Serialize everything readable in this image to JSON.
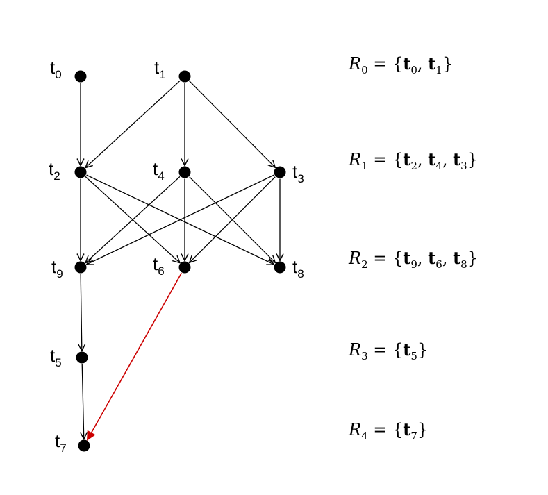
{
  "nodes": [
    {
      "id": "t0",
      "base": "t",
      "sub": "0",
      "label_side": "left-top"
    },
    {
      "id": "t1",
      "base": "t",
      "sub": "1",
      "label_side": "left-top"
    },
    {
      "id": "t2",
      "base": "t",
      "sub": "2",
      "label_side": "left"
    },
    {
      "id": "t4",
      "base": "t",
      "sub": "4",
      "label_side": "left"
    },
    {
      "id": "t3",
      "base": "t",
      "sub": "3",
      "label_side": "right"
    },
    {
      "id": "t9",
      "base": "t",
      "sub": "9",
      "label_side": "left"
    },
    {
      "id": "t6",
      "base": "t",
      "sub": "6",
      "label_side": "left"
    },
    {
      "id": "t8",
      "base": "t",
      "sub": "8",
      "label_side": "right"
    },
    {
      "id": "t5",
      "base": "t",
      "sub": "5",
      "label_side": "left"
    },
    {
      "id": "t7",
      "base": "t",
      "sub": "7",
      "label_side": "left"
    }
  ],
  "edges": [
    {
      "from": "t0",
      "to": "t2",
      "color": "#000000"
    },
    {
      "from": "t1",
      "to": "t2",
      "color": "#000000"
    },
    {
      "from": "t1",
      "to": "t4",
      "color": "#000000"
    },
    {
      "from": "t1",
      "to": "t3",
      "color": "#000000"
    },
    {
      "from": "t2",
      "to": "t9",
      "color": "#000000"
    },
    {
      "from": "t2",
      "to": "t6",
      "color": "#000000"
    },
    {
      "from": "t2",
      "to": "t8",
      "color": "#000000"
    },
    {
      "from": "t4",
      "to": "t9",
      "color": "#000000"
    },
    {
      "from": "t4",
      "to": "t6",
      "color": "#000000"
    },
    {
      "from": "t4",
      "to": "t8",
      "color": "#000000"
    },
    {
      "from": "t3",
      "to": "t9",
      "color": "#000000"
    },
    {
      "from": "t3",
      "to": "t6",
      "color": "#000000"
    },
    {
      "from": "t3",
      "to": "t8",
      "color": "#000000"
    },
    {
      "from": "t9",
      "to": "t5",
      "color": "#000000"
    },
    {
      "from": "t5",
      "to": "t7",
      "color": "#000000"
    },
    {
      "from": "t6",
      "to": "t7",
      "color": "#cc0000"
    }
  ],
  "levels": [
    {
      "symbol": "R",
      "index": "0",
      "members": [
        {
          "base": "t",
          "sub": "0"
        },
        {
          "base": "t",
          "sub": "1"
        }
      ]
    },
    {
      "symbol": "R",
      "index": "1",
      "members": [
        {
          "base": "t",
          "sub": "2"
        },
        {
          "base": "t",
          "sub": "4"
        },
        {
          "base": "t",
          "sub": "3"
        }
      ]
    },
    {
      "symbol": "R",
      "index": "2",
      "members": [
        {
          "base": "t",
          "sub": "9"
        },
        {
          "base": "t",
          "sub": "6"
        },
        {
          "base": "t",
          "sub": "8"
        }
      ]
    },
    {
      "symbol": "R",
      "index": "3",
      "members": [
        {
          "base": "t",
          "sub": "5"
        }
      ]
    },
    {
      "symbol": "R",
      "index": "4",
      "members": [
        {
          "base": "t",
          "sub": "7"
        }
      ]
    }
  ],
  "colors": {
    "node": "#000000",
    "edge": "#000000",
    "highlight_edge": "#cc0000"
  }
}
